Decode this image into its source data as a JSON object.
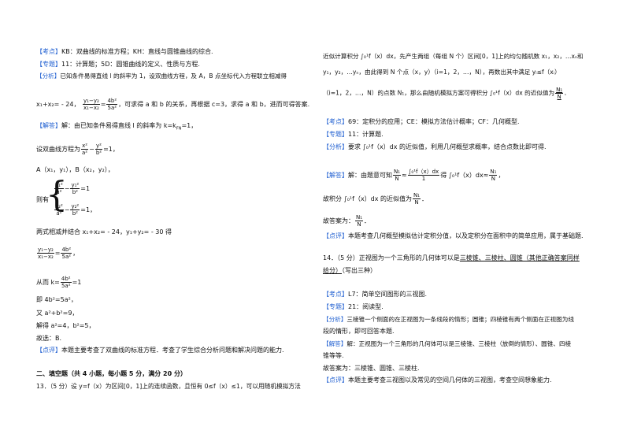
{
  "left": {
    "l1_tag": "【考点】",
    "l1": "KB：双曲线的标准方程；KH：直线与圆锥曲线的综合.",
    "l2_tag": "【专题】",
    "l2": "11：计算题；5D：圆锥曲线的定义、性质与方程.",
    "l3_tag": "【分析】",
    "l3": "已知条件易得直线 l 的斜率为 1，设双曲线方程，及 A，B 点坐标代入方程联立相减得",
    "l4a": "x₁+x₂= - 24，",
    "l4_num": "y₁−y₂",
    "l4_den": "x₁−x₂",
    "l4_eq": "=",
    "l4_n2": "4b²",
    "l4_d2": "5a²",
    "l4b": "，可求得 a 和 b 的关系，再根据 c=3，求得 a 和 b，进而可得答案.",
    "l5_tag": "【解答】",
    "l5": "解：由已知条件易得直线 l 的斜率为 k=k",
    "l5_sub": "FN",
    "l5_end": "=1，",
    "l6a": "设双曲线方程为",
    "l6_n1": "x²",
    "l6_d1": "a²",
    "l6_minus": "−",
    "l6_n2": "y²",
    "l6_d2": "b²",
    "l6_end": "=1，",
    "l7": "A（x₁，y₁），B（x₂，y₂），",
    "l8a": "则有",
    "sys1_n1": "x₁²",
    "sys1_d1": "a²",
    "sys1_n2": "y₁²",
    "sys1_d2": "b²",
    "sys1_end": "=1",
    "sys2_n1": "x₂²",
    "sys2_d1": "a²",
    "sys2_n2": "y₂²",
    "sys2_d2": "b²",
    "sys2_end": "=1",
    "sys_end": "，",
    "l9": "两式相减并结合 x₁+x₂= - 24，y₁+y₂= - 30 得",
    "l10_n1": "y₁−y₂",
    "l10_d1": "x₁−x₂",
    "l10_eq": "=",
    "l10_n2": "4b²",
    "l10_d2": "5a²",
    "l10_end": "，",
    "l11a": "从而 k=",
    "l11_n": "4b²",
    "l11_d": "5a²",
    "l11_end": "=1",
    "l12": "即 4b²=5a²，",
    "l13": "又 a²+b²=9，",
    "l14": "解得 a²=4，b²=5，",
    "l15": "故选：B.",
    "l16_tag": "【点评】",
    "l16": "本题主要考查了双曲线的标准方程．考查了学生综合分析问题和解决问题的能力.",
    "sec": "二、填空题（共 4 小题，每小题 5 分，满分 20 分）",
    "q13": "13．（5 分）设 y=f（x）为区间[0，1]上的连续函数，且恒有 0≤f（x）≤1，可以用随机模拟方法"
  },
  "right": {
    "r1": "近似计算积分 ∫₀¹f（x）dx，先产生两组（每组 N 个）区间[0，1]上的均匀随机数 x₁，x₂，…xₙ和",
    "r2": "y₁，y₂，…yₙ，由此得到 N 个点（x，y）（i=1，2，…，N），再数出其中满足 yᵢ≤f（xᵢ）",
    "r3a": "（i=1，2，…，N）的点数 N₁，那么由随机模拟方案可得积分 ∫₀¹f（x）dx 的近似值为",
    "r3_n": "N₁",
    "r3_d": "N",
    "r3_end": "．",
    "r4_tag": "【考点】",
    "r4": "69：定积分的应用；CE：模拟方法估计概率；CF：几何概型.",
    "r5_tag": "【专题】",
    "r5": "11：计算题.",
    "r6_tag": "【分析】",
    "r6": "要求 ∫₀¹f（x）dx 的近似值，利用几何概型求概率，结合点数比即可得.",
    "r7_tag": "【解答】",
    "r7a": "解：由题意可知",
    "r7_n1": "N₁",
    "r7_d1": "N",
    "r7_approx": "≈",
    "r7_n2": "∫₀¹f（x）dx",
    "r7_d2": "1",
    "r7b": "得 ∫₀¹f（x）dx≈",
    "r7_n3": "N₁",
    "r7_d3": "N",
    "r7_end": "，",
    "r8a": "故积分 ∫₀¹f（x）dx 的近似值为",
    "r8_n": "N₁",
    "r8_d": "N",
    "r8_end": "．",
    "r9a": "故答案为：",
    "r9_n": "N₁",
    "r9_d": "N",
    "r9_end": "．",
    "r10_tag": "【点评】",
    "r10": "本题考查几何概型模拟估计定积分值，以及定积分在面积中的简单应用，属于基础题.",
    "q14a": "14．（5 分）正视图为一个三角形的几何体可以是",
    "q14_ans": "三棱锥、三棱柱、圆锥（其他正确答案同样",
    "q14b_ans": "给分）",
    "q14b": "（写出三种）",
    "r11_tag": "【考点】",
    "r11": "L7：简单空间图形的三视图.",
    "r12_tag": "【专题】",
    "r12": "21：阅读型.",
    "r13_tag": "【分析】",
    "r13": "三棱锥一个侧面的在正视图为一条线段的情形；圆锥；四棱锥有两个侧面在正视图为线",
    "r14": "段的情形，即可回答本题.",
    "r15_tag": "【解答】",
    "r15": "解：正视图为一个三角形的几何体可以是三棱锥、三棱柱（放倒的情形）、圆锥、四棱",
    "r16": "锥等等.",
    "r17": "故答案为：三棱锥、圆锥、三棱柱.",
    "r18_tag": "【点评】",
    "r18": "本题主要考查三视图以及常见的空间几何体的三视图，考查空间想象能力."
  },
  "colors": {
    "tag": "#1f5fd1"
  }
}
